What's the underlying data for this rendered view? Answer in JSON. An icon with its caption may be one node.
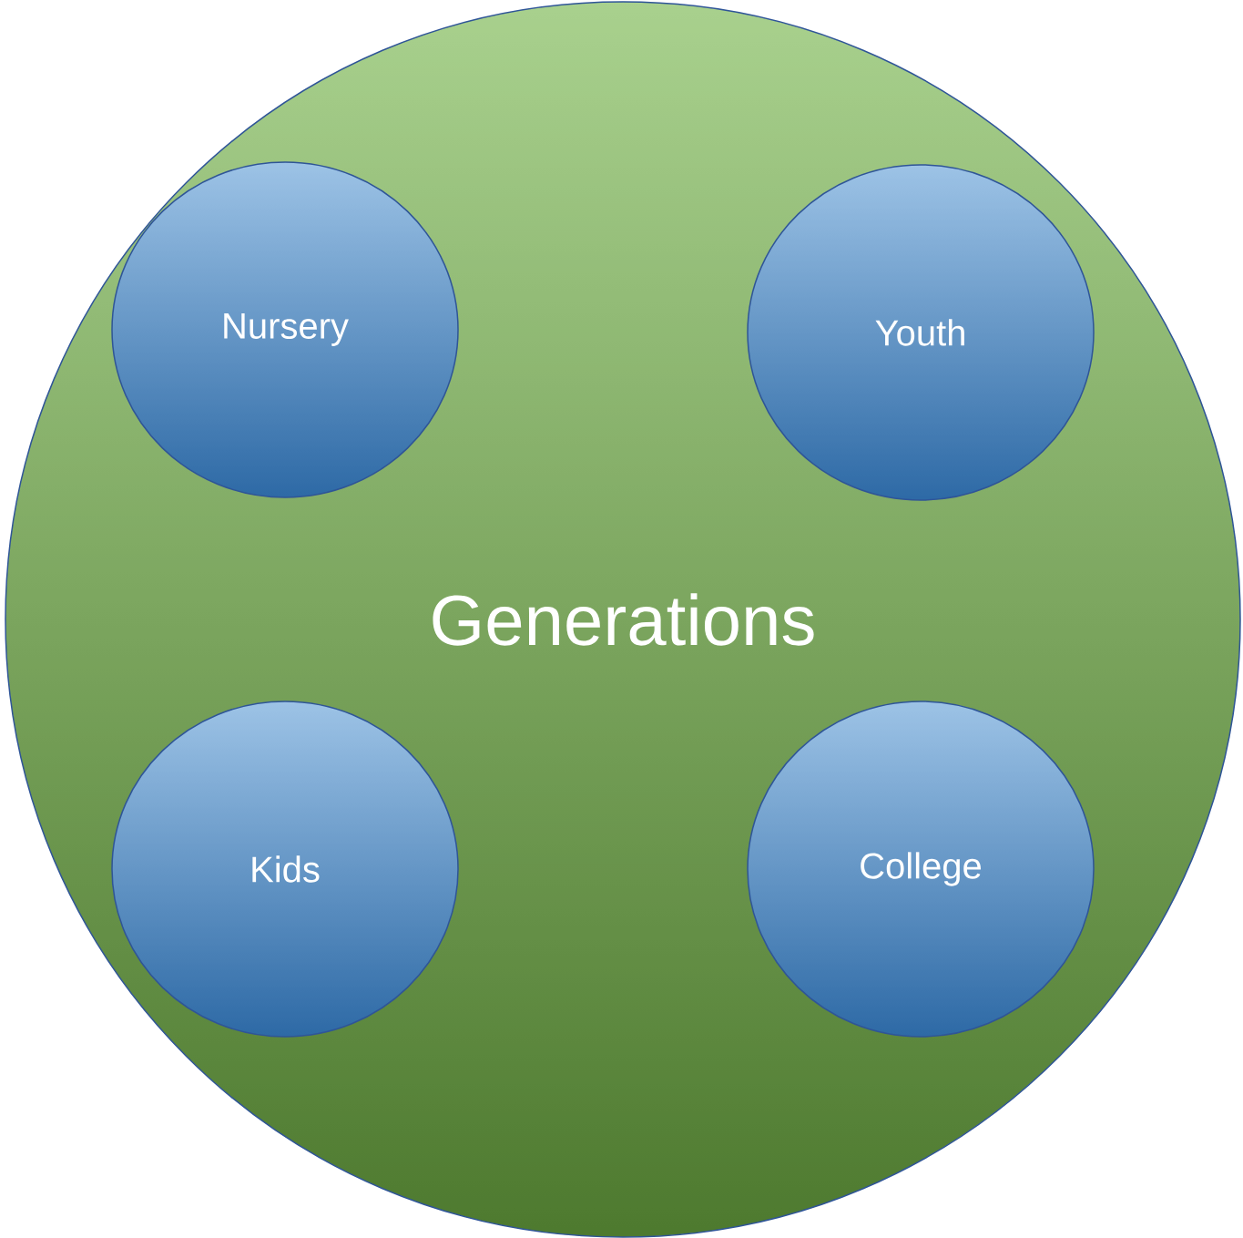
{
  "diagram": {
    "nodes": [
      {
        "text": [
          "Generations"
        ]
      },
      {
        "text": [
          "Nursery"
        ],
        "in": 0
      },
      {
        "text": [
          "Youth"
        ],
        "in": 0
      },
      {
        "text": [
          "Kids"
        ],
        "in": 0
      },
      {
        "text": [
          "College"
        ],
        "in": 0
      }
    ]
  }
}
